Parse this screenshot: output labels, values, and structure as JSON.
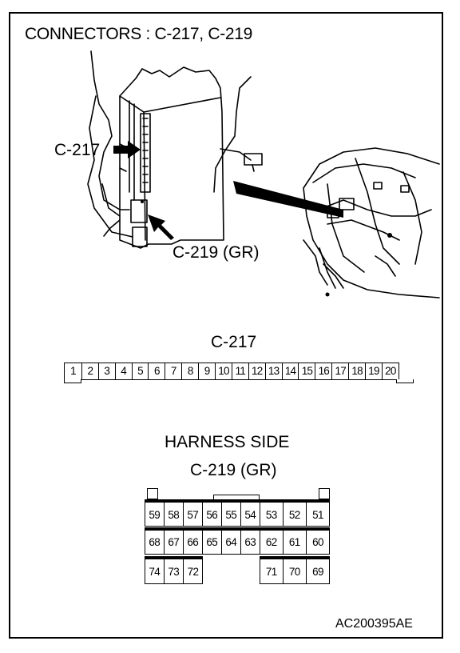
{
  "title": "CONNECTORS : C-217, C-219",
  "photo": {
    "label_c217": "C-217",
    "label_c219": "C-219 (GR)"
  },
  "c217": {
    "title": "C-217",
    "pins": [
      "1",
      "2",
      "3",
      "4",
      "5",
      "6",
      "7",
      "8",
      "9",
      "10",
      "11",
      "12",
      "13",
      "14",
      "15",
      "16",
      "17",
      "18",
      "19",
      "20"
    ]
  },
  "c219": {
    "harness_side": "HARNESS SIDE",
    "title": "C-219 (GR)",
    "row1": [
      "59",
      "58",
      "57",
      "56",
      "55",
      "54",
      "53",
      "52",
      "51"
    ],
    "row2": [
      "68",
      "67",
      "66",
      "65",
      "64",
      "63",
      "62",
      "61",
      "60"
    ],
    "row3_left": [
      "74",
      "73",
      "72"
    ],
    "row3_right": [
      "71",
      "70",
      "69"
    ]
  },
  "figure_code": "AC200395AE"
}
